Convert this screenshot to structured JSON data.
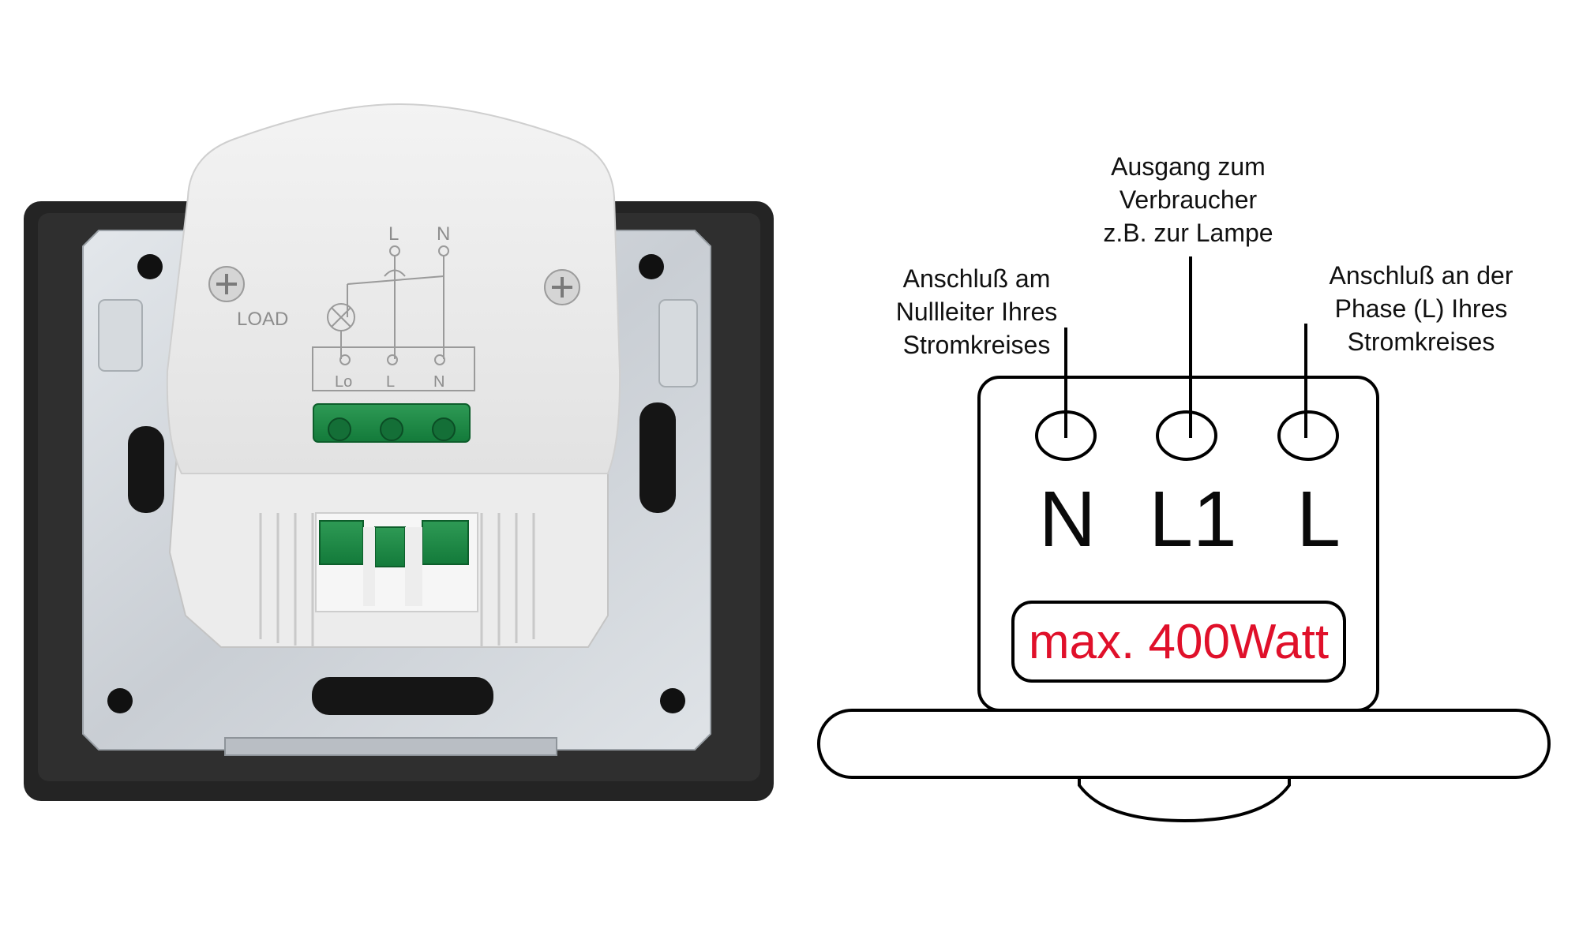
{
  "device": {
    "module_labels": {
      "top_l": "L",
      "top_n": "N",
      "load": "LOAD",
      "bottom_lo": "Lo",
      "bottom_l": "L",
      "bottom_n": "N"
    }
  },
  "diagram": {
    "callouts": {
      "neutral": [
        "Anschluß am",
        "Nullleiter Ihres",
        "Stromkreises"
      ],
      "output": [
        "Ausgang zum",
        "Verbraucher",
        "z.B. zur Lampe"
      ],
      "phase": [
        "Anschluß an der",
        "Phase (L) Ihres",
        "Stromkreises"
      ]
    },
    "terminals": [
      "N",
      "L1",
      "L"
    ],
    "rating": "max. 400Watt",
    "colors": {
      "rating_text": "#e0102a",
      "line": "#000000"
    }
  }
}
